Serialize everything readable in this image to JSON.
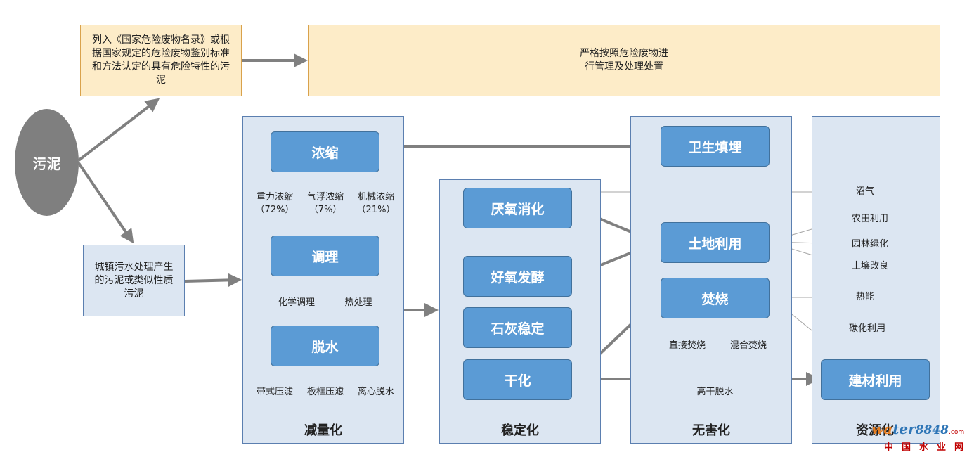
{
  "sludge": "污泥",
  "hazardous_box": "列入《国家危险废物名录》或根据国家规定的危险废物鉴别标准和方法认定的具有危险特性的污泥",
  "hazardous_result": "严格按照危险废物进行管理及处理处置",
  "urban_box": "城镇污水处理产生的污泥或类似性质污泥",
  "columns": {
    "reduction": "减量化",
    "stabilization": "稳定化",
    "harmless": "无害化",
    "resource": "资源化"
  },
  "reduction": {
    "thicken": "浓缩",
    "thicken_methods": [
      "重力浓缩",
      "气浮浓缩",
      "机械浓缩"
    ],
    "thicken_ratios": [
      "（72%）",
      "（7%）",
      "（21%）"
    ],
    "condition": "调理",
    "condition_methods": [
      "化学调理",
      "热处理"
    ],
    "dewater": "脱水",
    "dewater_methods": [
      "带式压滤",
      "板框压滤",
      "离心脱水"
    ]
  },
  "stabilization": {
    "anaerobic": "厌氧消化",
    "aerobic": "好氧发酵",
    "lime": "石灰稳定",
    "drying": "干化"
  },
  "harmless": {
    "landfill": "卫生填埋",
    "land_use": "土地利用",
    "incineration": "焚烧",
    "incineration_methods": [
      "直接焚烧",
      "混合焚烧"
    ],
    "high_dry": "高干脱水"
  },
  "resource": {
    "biogas": "沼气",
    "farmland": "农田利用",
    "greening": "园林绿化",
    "soil": "土壤改良",
    "heat": "热能",
    "carbonize": "碳化利用",
    "building": "建材利用"
  },
  "watermark": {
    "brand_prefix": "wa",
    "brand_mid": "ter",
    "brand_num": "8848",
    "brand_suffix": ".com",
    "subtitle": "中国水业网"
  },
  "colors": {
    "panel": "#dce6f2",
    "node": "#5b9bd5",
    "hazard": "#fdecc8",
    "arrow": "#808080"
  }
}
